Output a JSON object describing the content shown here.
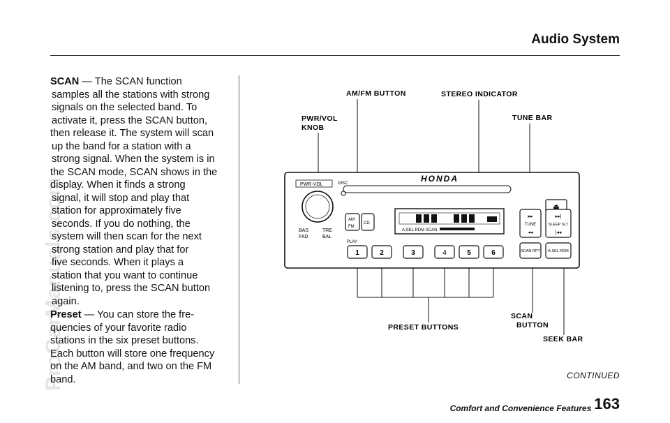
{
  "header": {
    "title": "Audio System"
  },
  "scan_paragraph": {
    "lead": "SCAN",
    "lines": [
      " — The SCAN function",
      "samples all the stations with strong",
      "signals on the selected band. To",
      "activate it, press the SCAN button,",
      "then release it. The system will scan",
      "up the band for a station with a",
      "strong signal. When the system is in",
      "the SCAN mode, SCAN shows in the",
      "display. When it finds a strong",
      "signal, it will stop and play that",
      "station for approximately five",
      "seconds. If you do nothing, the",
      "system will then scan for the next",
      "strong station and play that for",
      "five seconds. When it plays a",
      "station that you want to continue",
      "listening to, press the SCAN button",
      "again."
    ]
  },
  "preset_paragraph": {
    "lead": "Preset",
    "lines": [
      " — You can store the fre-",
      "quencies of your favorite radio",
      "stations in the six preset buttons.",
      "Each button will store one frequency",
      "on the AM band, and two on the FM",
      "band."
    ]
  },
  "callouts": {
    "am_fm_button": "AM/FM BUTTON",
    "stereo_indicator": "STEREO INDICATOR",
    "pwr_vol_knob_line1": "PWR/VOL",
    "pwr_vol_knob_line2": "KNOB",
    "tune_bar": "TUNE BAR",
    "scan_button_line1": "SCAN",
    "scan_button_line2": "BUTTON",
    "preset_buttons": "PRESET BUTTONS",
    "seek_bar": "SEEK BAR"
  },
  "radio": {
    "brand": "HONDA",
    "pwr_vol_label": "PWR·VOL",
    "disc_label": "DISC",
    "am_label": "AM",
    "fm_label": "FM",
    "cd_label": "CD",
    "bas_label": "BAS",
    "fad_label": "FAD",
    "tre_label": "TRE",
    "bal_label": "BAL",
    "preset_labels": [
      "1",
      "2",
      "3",
      "4",
      "5",
      "6"
    ],
    "tune_label": "TUNE",
    "skip_label": "SLEEP SLT",
    "scan_label": "SCAN RPT",
    "aset_label": "A.SEL RDM",
    "play_label": "PLAY",
    "display_bottom": "A.SEL  RDM  SCAN"
  },
  "continued": "CONTINUED",
  "footer": {
    "section": "Comfort and Convenience Features",
    "page_number": "163"
  },
  "watermark": "ProCarManuals.com"
}
